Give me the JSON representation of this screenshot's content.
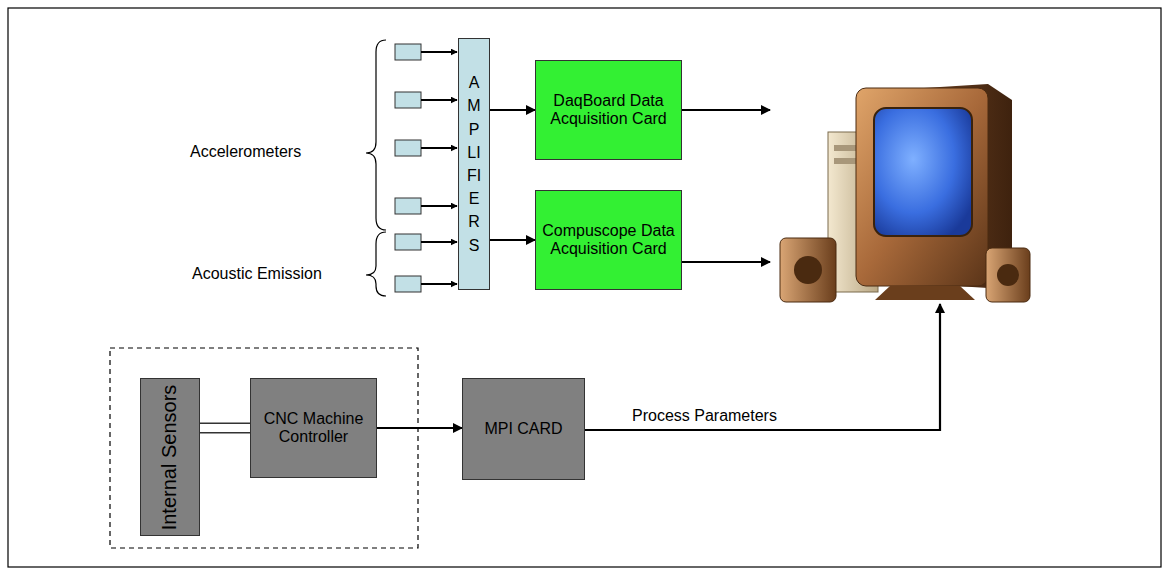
{
  "diagram": {
    "nodes": [
      {
        "text": [
          "AMPLIFIERS"
        ]
      },
      {
        "text": [
          "DaqBoard Data Acquisition Card"
        ]
      },
      {
        "text": [
          "Compuscope Data Acquisition Card"
        ]
      },
      {
        "text": [
          "Internal Sensors"
        ]
      },
      {
        "text": [
          "CNC Machine Controller"
        ]
      },
      {
        "text": [
          "MPI CARD"
        ]
      }
    ],
    "edges": [
      {
        "from": 0,
        "to": 1,
        "arrow": "to"
      },
      {
        "from": 0,
        "to": 2,
        "arrow": "to"
      },
      {
        "from": 3,
        "to": 4,
        "arrow": "none"
      },
      {
        "from": 4,
        "to": 5,
        "arrow": "to"
      }
    ],
    "labels": [
      "Accelerometers",
      "Acoustic Emission",
      "Process Parameters"
    ]
  }
}
